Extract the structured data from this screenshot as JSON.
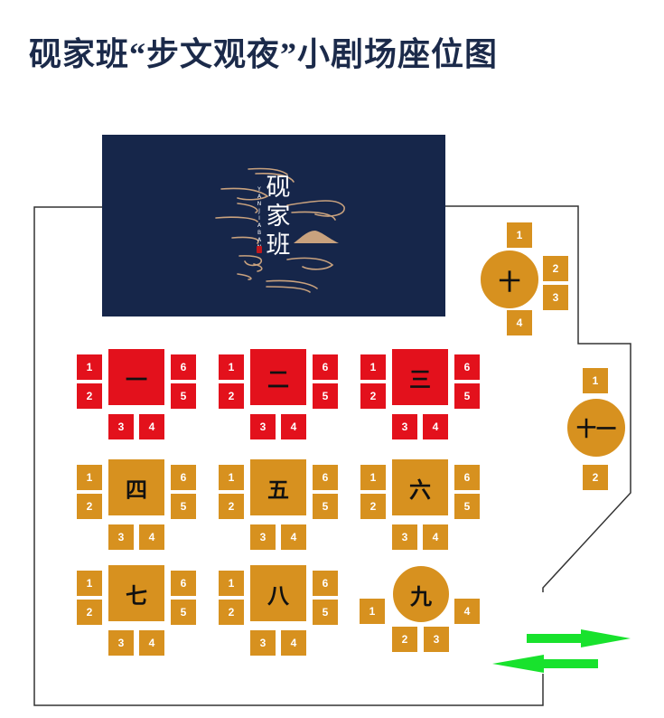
{
  "header": {
    "title": "砚家班“步文观夜”小剧场座位图"
  },
  "stage": {
    "logo_text": "砚家班",
    "logo_pinyin": "YANJIABAN"
  },
  "colors": {
    "vip": "#e3111c",
    "standard": "#d7911f",
    "stage": "#16264a",
    "arrow": "#18e22d",
    "wall": "#333333"
  },
  "tables": [
    {
      "label": "一",
      "tier": "vip",
      "seats": [
        "1",
        "2",
        "3",
        "4",
        "5",
        "6"
      ]
    },
    {
      "label": "二",
      "tier": "vip",
      "seats": [
        "1",
        "2",
        "3",
        "4",
        "5",
        "6"
      ]
    },
    {
      "label": "三",
      "tier": "vip",
      "seats": [
        "1",
        "2",
        "3",
        "4",
        "5",
        "6"
      ]
    },
    {
      "label": "四",
      "tier": "standard",
      "seats": [
        "1",
        "2",
        "3",
        "4",
        "5",
        "6"
      ]
    },
    {
      "label": "五",
      "tier": "standard",
      "seats": [
        "1",
        "2",
        "3",
        "4",
        "5",
        "6"
      ]
    },
    {
      "label": "六",
      "tier": "standard",
      "seats": [
        "1",
        "2",
        "3",
        "4",
        "5",
        "6"
      ]
    },
    {
      "label": "七",
      "tier": "standard",
      "seats": [
        "1",
        "2",
        "3",
        "4",
        "5",
        "6"
      ]
    },
    {
      "label": "八",
      "tier": "standard",
      "seats": [
        "1",
        "2",
        "3",
        "4",
        "5",
        "6"
      ]
    },
    {
      "label": "九",
      "tier": "standard",
      "shape": "round",
      "seats": [
        "1",
        "2",
        "3",
        "4"
      ]
    },
    {
      "label": "十",
      "tier": "standard",
      "shape": "round",
      "seats": [
        "1",
        "2",
        "3",
        "4"
      ]
    },
    {
      "label": "十一",
      "tier": "standard",
      "shape": "round",
      "seats": [
        "1",
        "2"
      ]
    }
  ],
  "entrance": {
    "icon": "double-arrow-icon"
  }
}
